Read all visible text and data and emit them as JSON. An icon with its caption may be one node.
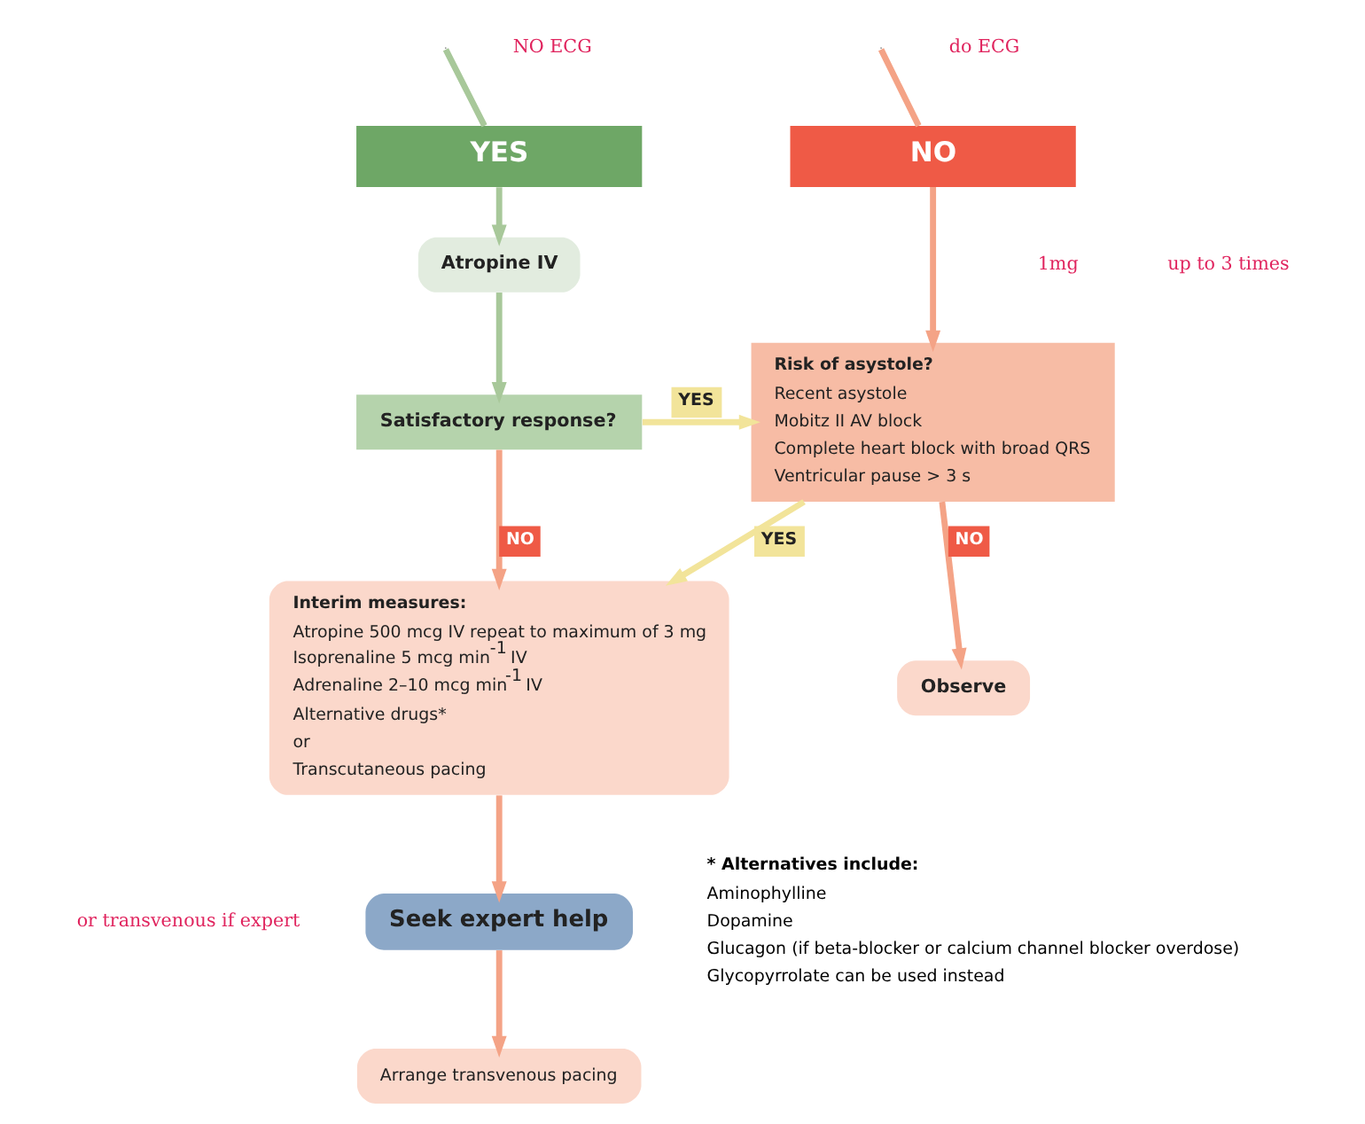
{
  "diagram": {
    "nodes": [
      {
        "text": [
          "YES"
        ]
      },
      {
        "text": [
          "NO"
        ]
      },
      {
        "text": [
          "Atropine IV"
        ]
      },
      {
        "text": [
          "Satisfactory response?"
        ]
      },
      {
        "text": [
          "Risk of asystole?",
          "Recent asystole",
          "Mobitz II AV block",
          "Complete heart block with broad QRS",
          "Ventricular pause > 3 s"
        ]
      },
      {
        "text": [
          "Interim measures:",
          "Atropine 500 mcg IV repeat to maximum of 3 mg",
          "Isoprenaline 5 mcg min$^{-1}$ IV",
          "Adrenaline 2–10 mcg min$^{-1}$ IV",
          "Alternative drugs*",
          "or",
          "Transcutaneous pacing"
        ]
      },
      {
        "text": [
          "Seek expert help"
        ]
      },
      {
        "text": [
          "Arrange transvenous pacing"
        ]
      },
      {
        "text": [
          "Observe"
        ]
      }
    ],
    "edges": [
      {
        "from": null,
        "to": 0,
        "arrow": "none",
        "color": "#a8c89a"
      },
      {
        "from": null,
        "to": 1,
        "arrow": "none"
      },
      {
        "from": 0,
        "to": 2,
        "arrow": "to",
        "color": "#a8c89a"
      },
      {
        "from": 2,
        "to": 3,
        "arrow": "to",
        "color": "#a8c89a"
      },
      {
        "from": 3,
        "to": 4,
        "arrow": "to",
        "label": "YES",
        "color": "#f2e49a"
      },
      {
        "from": 3,
        "to": 5,
        "arrow": "to",
        "label": "NO"
      },
      {
        "from": 1,
        "to": 4,
        "arrow": "to"
      },
      {
        "from": 4,
        "to": 5,
        "arrow": "to",
        "label": "YES",
        "color": "#f2e49a"
      },
      {
        "from": 4,
        "to": 8,
        "arrow": "to",
        "label": "NO"
      },
      {
        "from": 5,
        "to": 6,
        "arrow": "to"
      },
      {
        "from": 6,
        "to": 7,
        "arrow": "to"
      }
    ],
    "labels": [
      "NO ECG",
      "do ECG",
      "1mg",
      "up to 3 times",
      "or transvenous if expert",
      "* Alternatives include:",
      "Aminophylline",
      "Dopamine",
      "Glucagon (if beta-blocker or calcium channel blocker overdose)",
      "Glycopyrrolate can be used instead"
    ]
  }
}
